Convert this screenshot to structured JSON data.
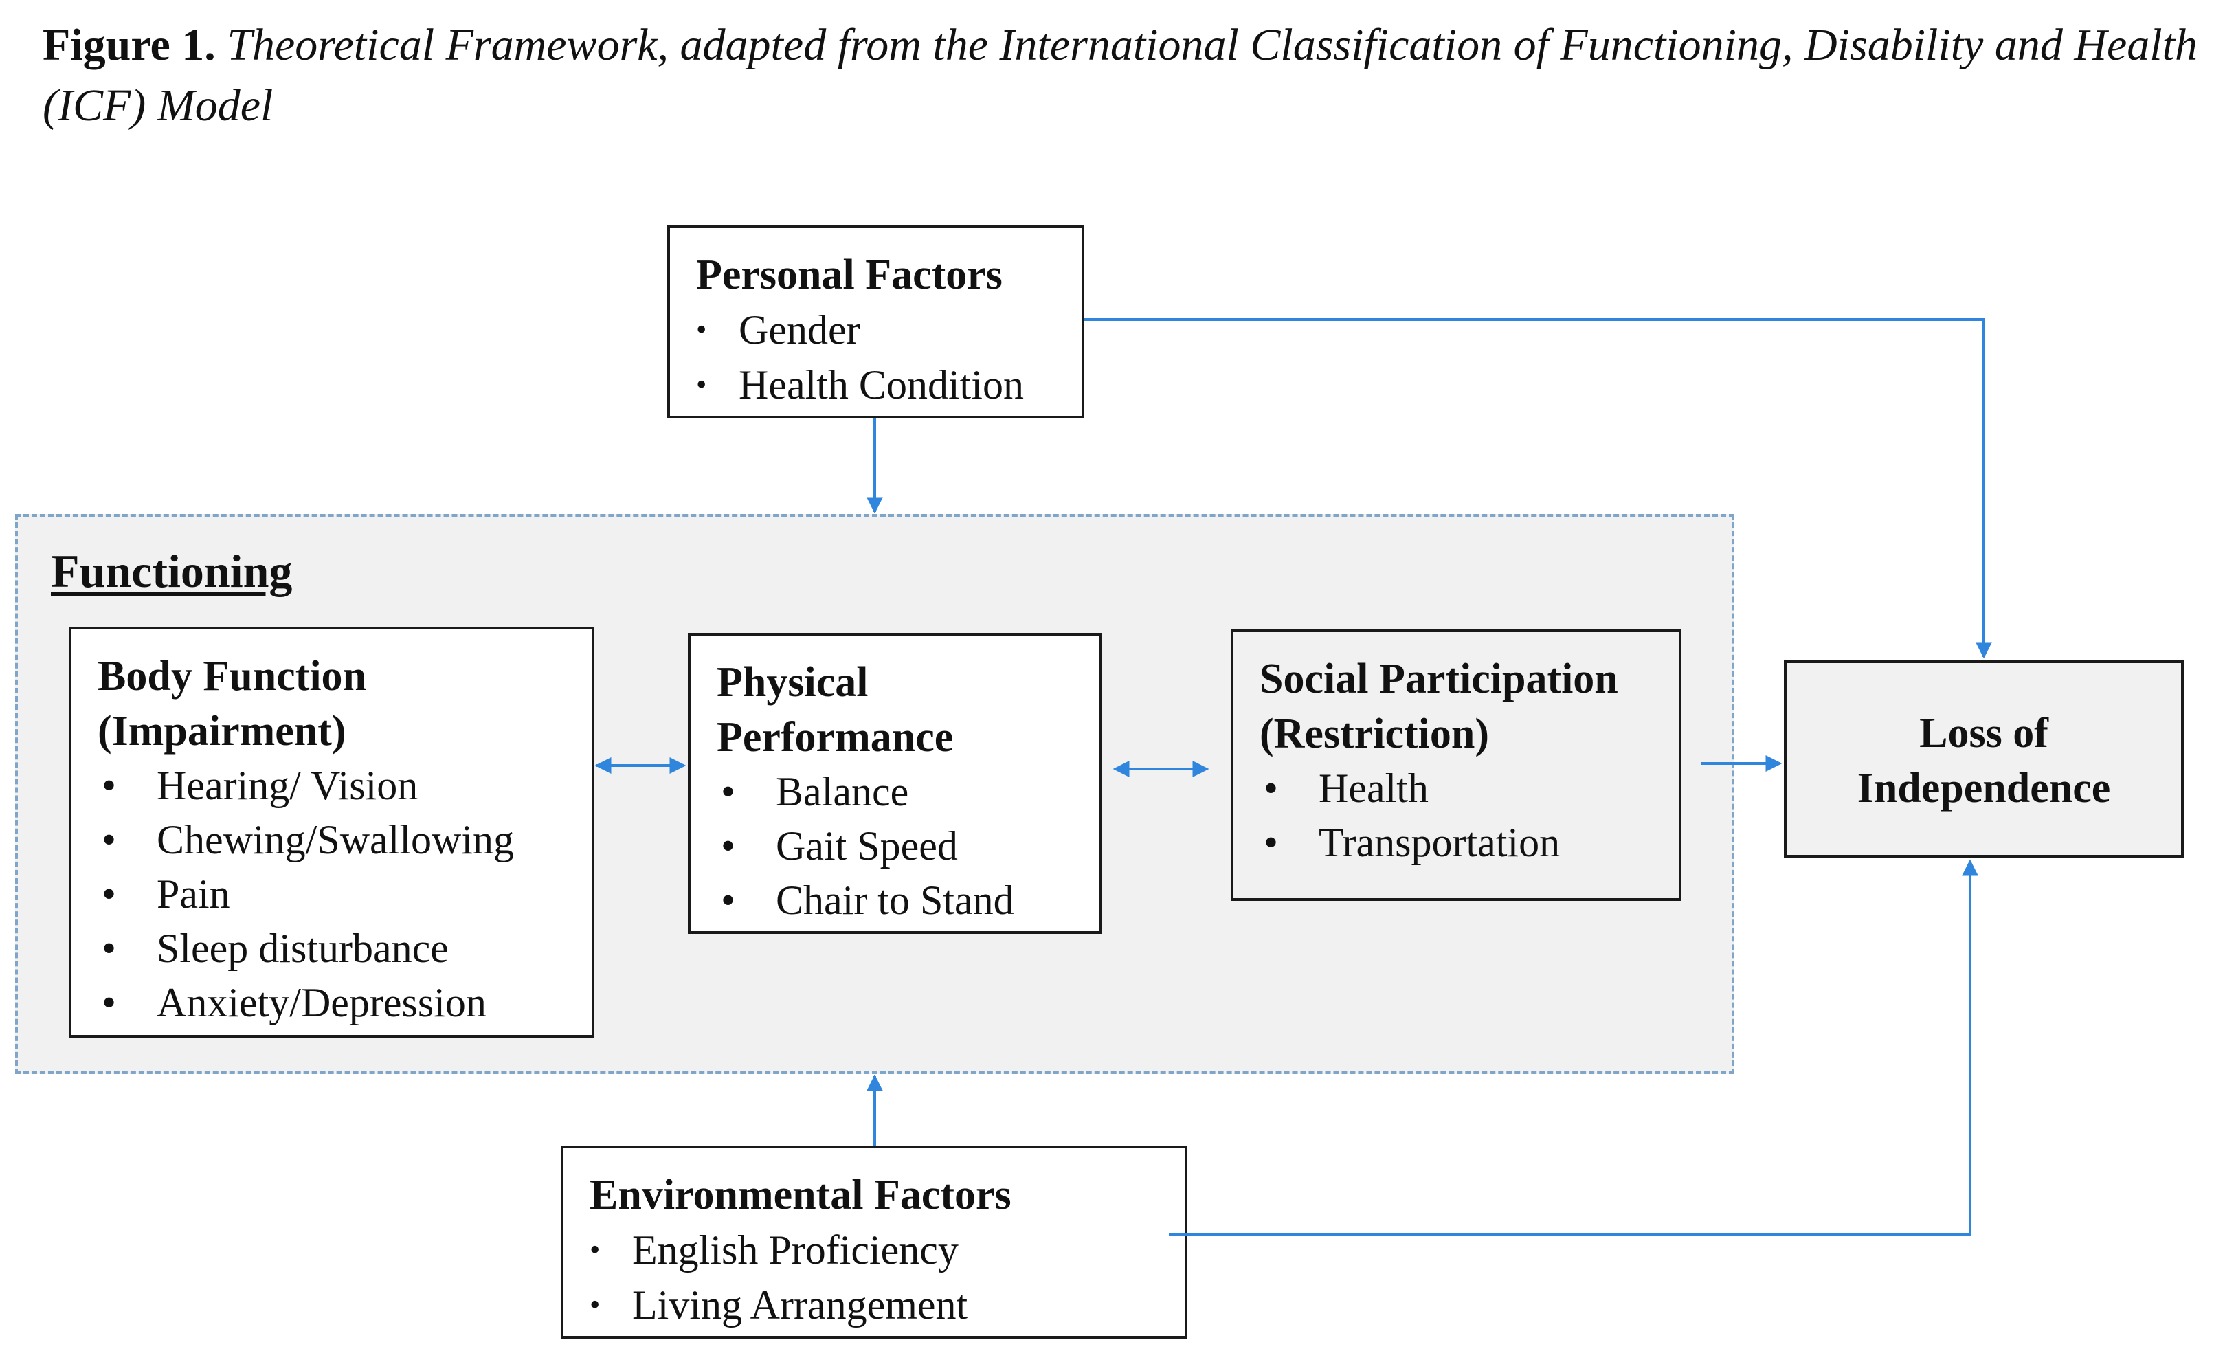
{
  "caption": {
    "lead": "Figure 1.",
    "text": "Theoretical Framework, adapted from the International Classification of Functioning, Disability and Health (ICF) Model"
  },
  "colors": {
    "arrow": "#2f86dc",
    "panel_border": "#7fa6c9",
    "panel_fill": "#f1f1f1",
    "box_border": "#1a1a1a"
  },
  "diagram": {
    "personal_factors": {
      "title": "Personal Factors",
      "items": [
        "Gender",
        "Health Condition"
      ]
    },
    "functioning": {
      "title": "Functioning",
      "body_function": {
        "title_line1": "Body Function",
        "title_line2": "(Impairment)",
        "items": [
          "Hearing/ Vision",
          "Chewing/Swallowing",
          "Pain",
          "Sleep disturbance",
          "Anxiety/Depression"
        ]
      },
      "physical_performance": {
        "title_line1": "Physical",
        "title_line2": "Performance",
        "items": [
          "Balance",
          "Gait Speed",
          "Chair to Stand"
        ]
      },
      "social_participation": {
        "title_line1": "Social Participation",
        "title_line2": "(Restriction)",
        "items": [
          "Health",
          "Transportation"
        ]
      }
    },
    "loss_of_independence": {
      "title_line1": "Loss of",
      "title_line2": "Independence"
    },
    "environmental_factors": {
      "title": "Environmental Factors",
      "items": [
        "English Proficiency",
        "Living Arrangement"
      ]
    }
  }
}
